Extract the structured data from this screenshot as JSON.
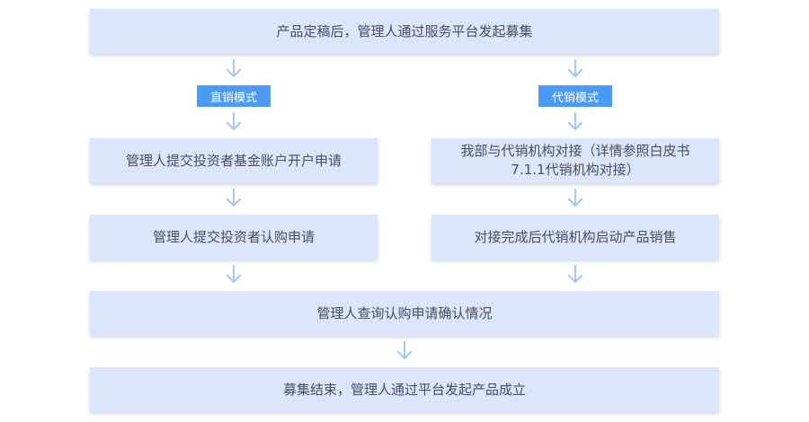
{
  "steps": {
    "start": "产品定稿后，管理人通过服务平台发起募集",
    "direct_tag": "直销模式",
    "agency_tag": "代销模式",
    "direct_step1": "管理人提交投资者基金账户开户申请",
    "direct_step2": "管理人提交投资者认购申请",
    "agency_step1": "我部与代销机构对接（详情参照白皮书\n7.1.1代销机构对接）",
    "agency_step2": "对接完成后代销机构启动产品销售",
    "merge": "管理人查询认购申请确认情况",
    "end": "募集结束，管理人通过平台发起产品成立"
  },
  "colors": {
    "box_bg": "#dbe6fd",
    "tag_bg": "#4b9af4",
    "arrow": "#a9c8f5",
    "text": "#4a4f5a"
  }
}
